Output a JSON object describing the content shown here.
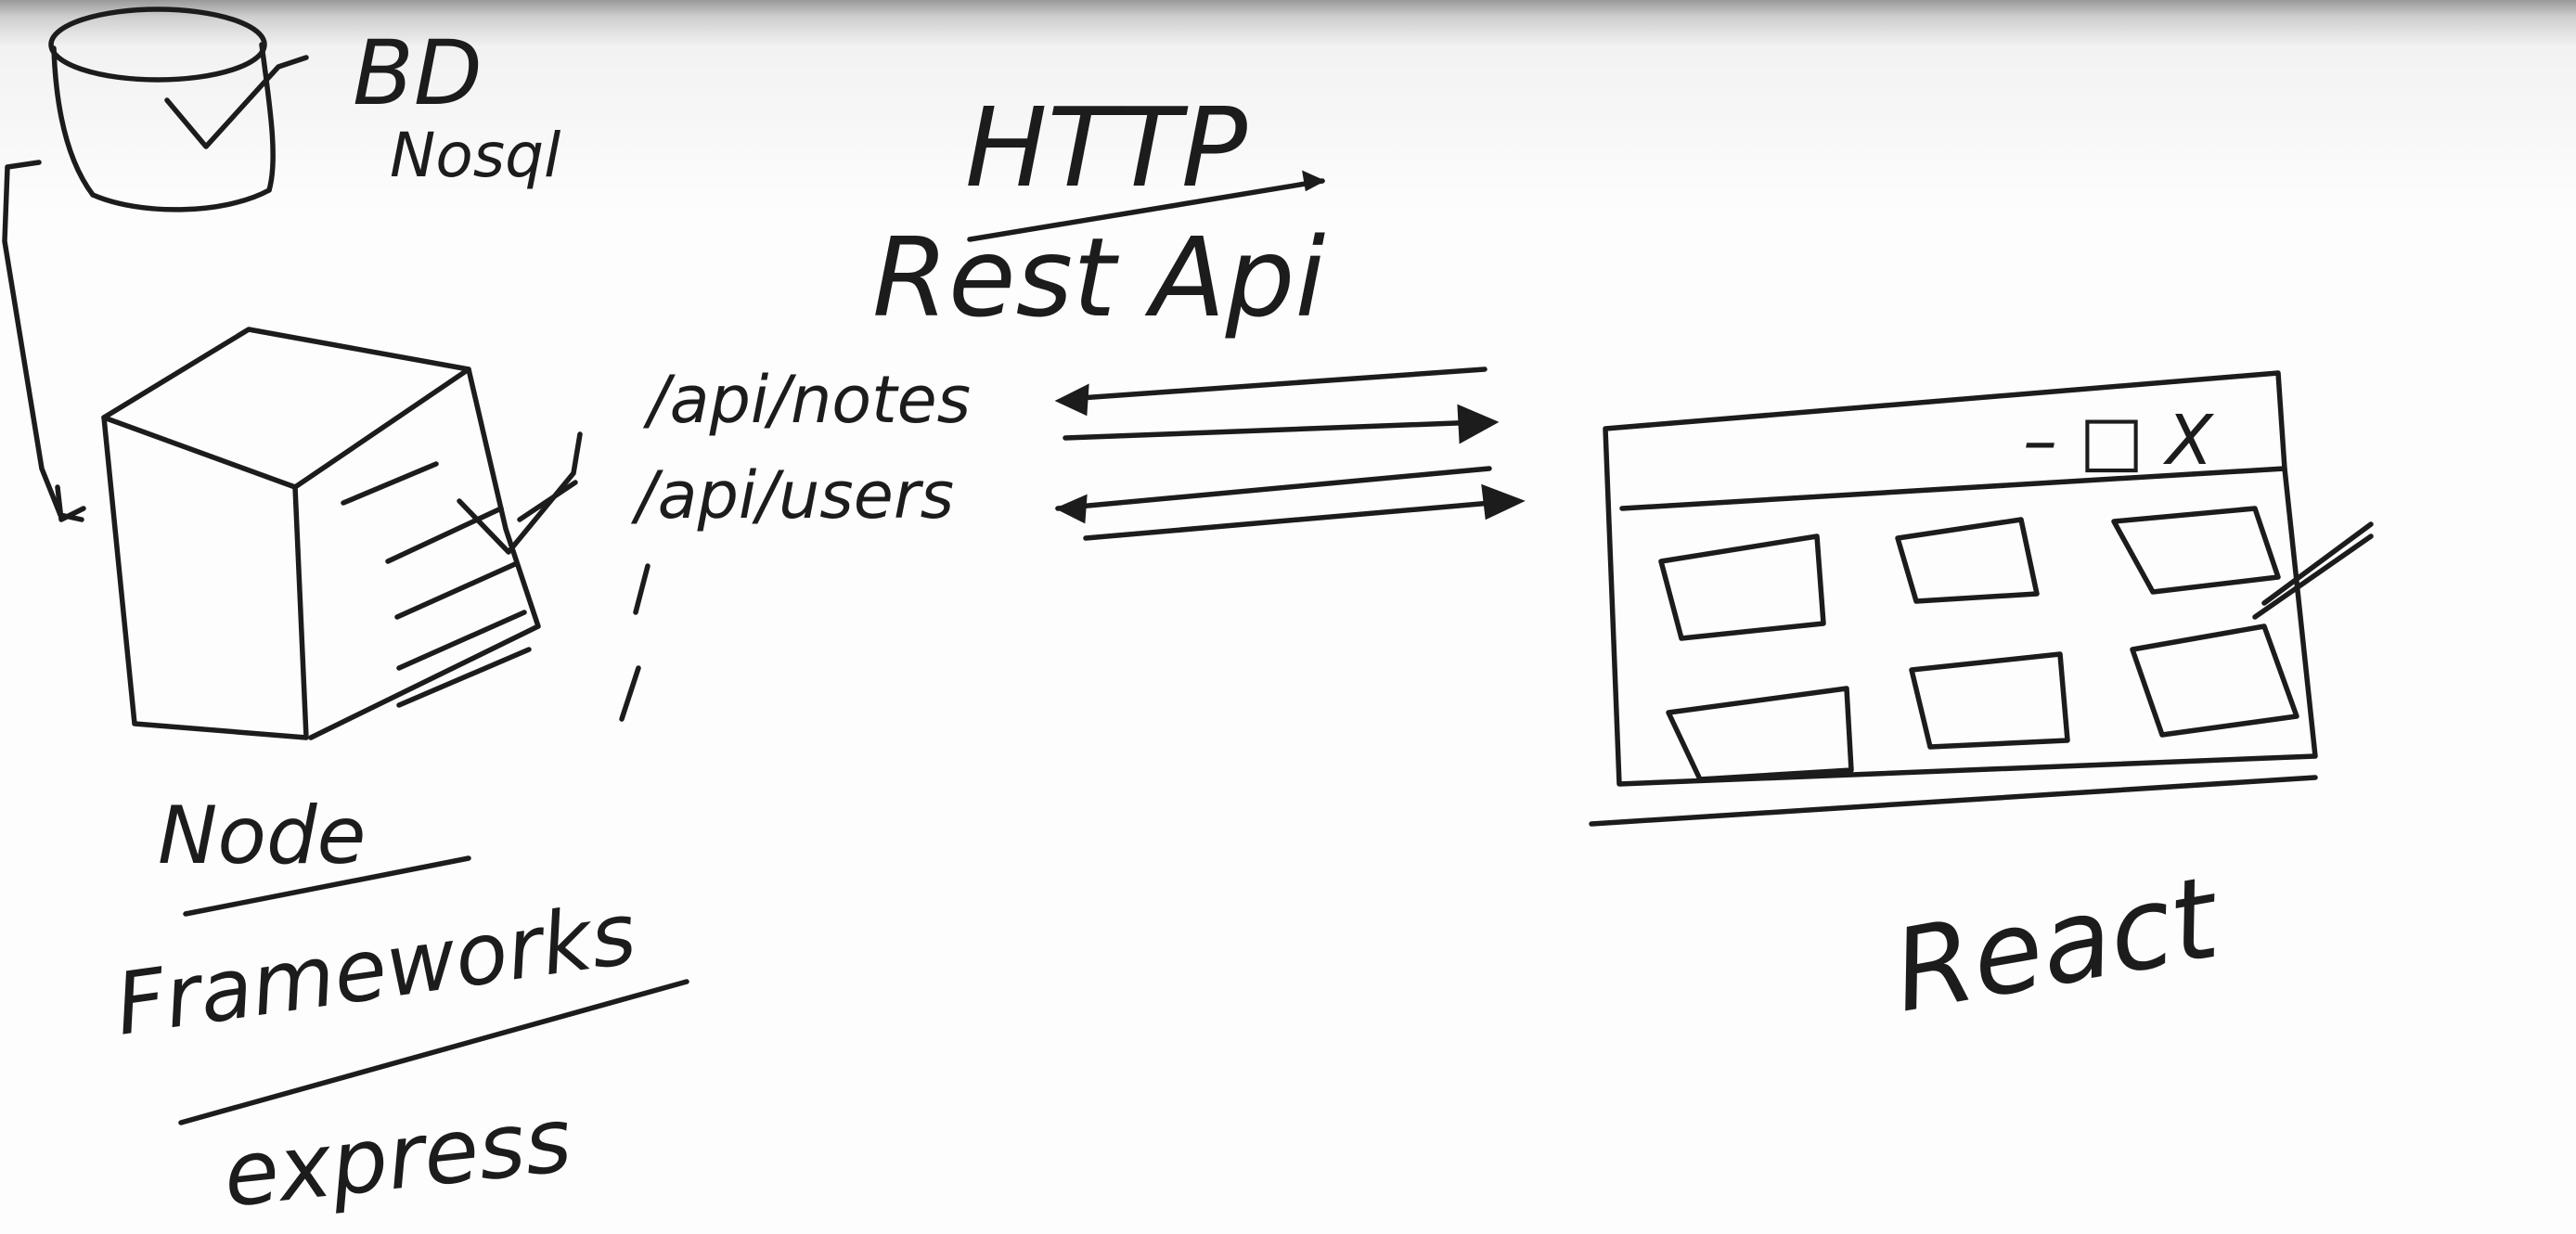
{
  "database": {
    "line1": "BD",
    "line2": "Nosql"
  },
  "protocol": {
    "line1": "HTTP",
    "line2": "Rest Api"
  },
  "routes": [
    {
      "label": "/api/notes"
    },
    {
      "label": "/api/users"
    }
  ],
  "server": {
    "runtime": "Node",
    "frameworks": "Frameworks",
    "framework_name": "express"
  },
  "client": {
    "window_controls": "– □ X",
    "label": "React"
  }
}
